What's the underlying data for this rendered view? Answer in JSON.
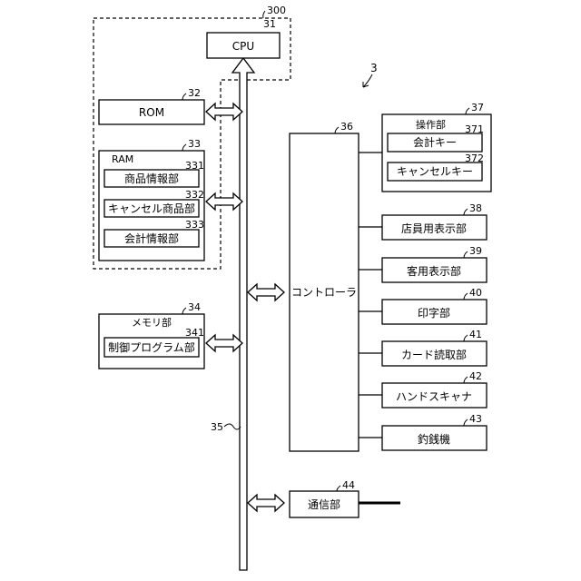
{
  "figure_ref": "3",
  "bus_ref": "35",
  "cpu_group": {
    "ref": "300"
  },
  "cpu": {
    "label": "CPU",
    "ref": "31"
  },
  "rom": {
    "label": "ROM",
    "ref": "32"
  },
  "ram": {
    "label": "RAM",
    "ref": "33",
    "items": [
      {
        "label": "商品情報部",
        "ref": "331"
      },
      {
        "label": "キャンセル商品部",
        "ref": "332"
      },
      {
        "label": "会計情報部",
        "ref": "333"
      }
    ]
  },
  "memory": {
    "label": "メモリ部",
    "ref": "34",
    "items": [
      {
        "label": "制御プログラム部",
        "ref": "341"
      }
    ]
  },
  "controller": {
    "label": "コントローラ",
    "ref": "36"
  },
  "operation": {
    "label": "操作部",
    "ref": "37",
    "items": [
      {
        "label": "会計キー",
        "ref": "371"
      },
      {
        "label": "キャンセルキー",
        "ref": "372"
      }
    ]
  },
  "peripherals": [
    {
      "label": "店員用表示部",
      "ref": "38"
    },
    {
      "label": "客用表示部",
      "ref": "39"
    },
    {
      "label": "印字部",
      "ref": "40"
    },
    {
      "label": "カード読取部",
      "ref": "41"
    },
    {
      "label": "ハンドスキャナ",
      "ref": "42"
    },
    {
      "label": "釣銭機",
      "ref": "43"
    }
  ],
  "comm": {
    "label": "通信部",
    "ref": "44"
  }
}
